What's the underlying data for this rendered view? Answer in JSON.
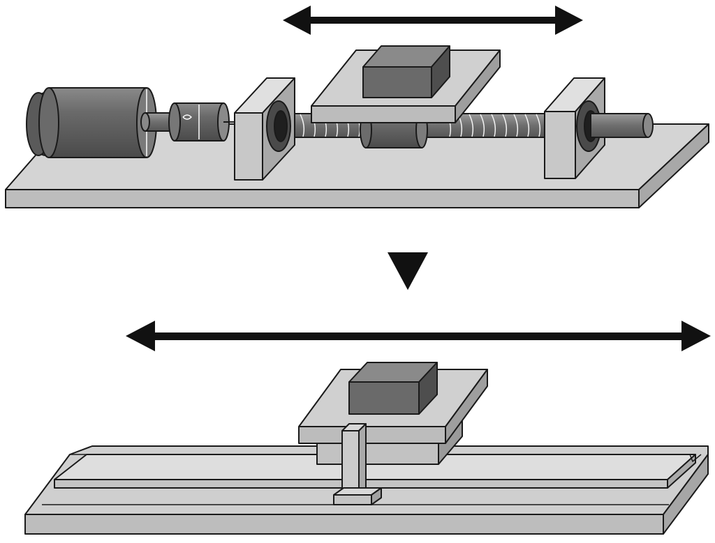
{
  "diagram": {
    "top_assembly": {
      "components": [
        "base-plate",
        "motor",
        "shaft-coupling",
        "bearing-block-left",
        "ball-screw",
        "ball-nut",
        "carriage-plate",
        "payload-block",
        "bearing-block-right",
        "end-shaft"
      ],
      "motion_arrow": "double-headed"
    },
    "transition_arrow": "down-triangle",
    "bottom_assembly": {
      "components": [
        "linear-rail-base",
        "carriage-plate",
        "payload-block",
        "t-post"
      ],
      "motion_arrow": "double-headed"
    }
  },
  "colors": {
    "outline": "#1a1a1a",
    "arrow": "#111111",
    "light_gray": "#d4d4d4",
    "mid_gray": "#b0b0b0",
    "dark_gray": "#6c6c6c",
    "darker_gray": "#4e4e4e",
    "screw_gray": "#7a7a7a"
  }
}
